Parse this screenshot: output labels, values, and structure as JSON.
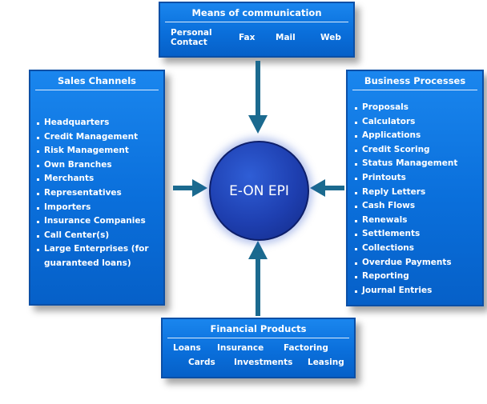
{
  "center": {
    "label": "E-ON EPI"
  },
  "means_of_communication": {
    "title": "Means of communication",
    "items": [
      "Personal Contact",
      "Fax",
      "Mail",
      "Web"
    ]
  },
  "sales_channels": {
    "title": "Sales Channels",
    "items": [
      "Headquarters",
      "Credit Management",
      "Risk Management",
      "Own Branches",
      "Merchants",
      "Representatives",
      "Importers",
      "Insurance Companies",
      "Call Center(s)",
      "Large Enterprises (for guaranteed loans)"
    ]
  },
  "business_processes": {
    "title": "Business Processes",
    "items": [
      "Proposals",
      "Calculators",
      "Applications",
      "Credit Scoring",
      "Status Management",
      "Printouts",
      "Reply Letters",
      "Cash Flows",
      "Renewals",
      "Settlements",
      "Collections",
      "Overdue Payments",
      "Reporting",
      "Journal Entries"
    ]
  },
  "financial_products": {
    "title": "Financial Products",
    "items": [
      "Loans",
      "Insurance",
      "Factoring",
      "Cards",
      "Investments",
      "Leasing"
    ]
  },
  "colors": {
    "panel_blue": "#0a6fdb",
    "hub_blue": "#1e3fb0",
    "arrow_teal": "#1b6a8f"
  }
}
